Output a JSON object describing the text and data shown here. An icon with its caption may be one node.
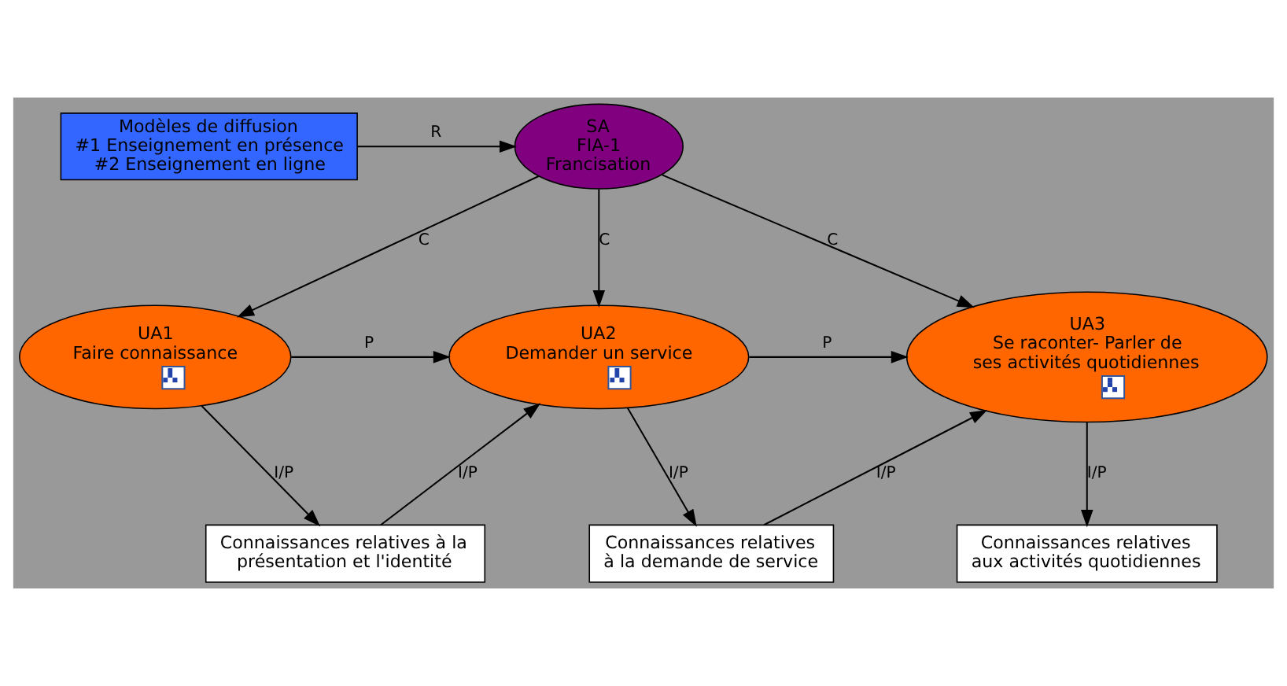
{
  "diagram": {
    "nodes": [
      {
        "text": [
          "Modèles de diffusion",
          "#1 Enseignement en présence",
          "#2 Enseignement en ligne"
        ]
      },
      {
        "text": [
          "SA",
          "FIA-1",
          "Francisation"
        ]
      },
      {
        "text": [
          "UA1",
          "Faire connaissance"
        ]
      },
      {
        "text": [
          "UA2",
          "Demander un service"
        ]
      },
      {
        "text": [
          "UA3",
          "Se raconter- Parler de ses activités quotidiennes"
        ]
      },
      {
        "text": [
          "Connaissances relatives à la présentation et l'identité"
        ]
      },
      {
        "text": [
          "Connaissances relatives à la demande de service"
        ]
      },
      {
        "text": [
          "Connaissances relatives aux activités quotidiennes"
        ]
      }
    ],
    "edges": [
      {
        "from": 0,
        "to": 1,
        "arrow": "to",
        "label": "R"
      },
      {
        "from": 1,
        "to": 2,
        "arrow": "to",
        "label": "C"
      },
      {
        "from": 1,
        "to": 3,
        "arrow": "to",
        "label": "C"
      },
      {
        "from": 1,
        "to": 4,
        "arrow": "to",
        "label": "C"
      },
      {
        "from": 2,
        "to": 3,
        "arrow": "to",
        "label": "P"
      },
      {
        "from": 3,
        "to": 4,
        "arrow": "to",
        "label": "P"
      },
      {
        "from": 2,
        "to": 5,
        "arrow": "to",
        "label": "I/P"
      },
      {
        "from": 5,
        "to": 3,
        "arrow": "to",
        "label": "I/P"
      },
      {
        "from": 3,
        "to": 6,
        "arrow": "to",
        "label": "I/P"
      },
      {
        "from": 6,
        "to": 4,
        "arrow": "to",
        "label": "I/P"
      },
      {
        "from": 4,
        "to": 7,
        "arrow": "to",
        "label": "I/P"
      }
    ]
  }
}
